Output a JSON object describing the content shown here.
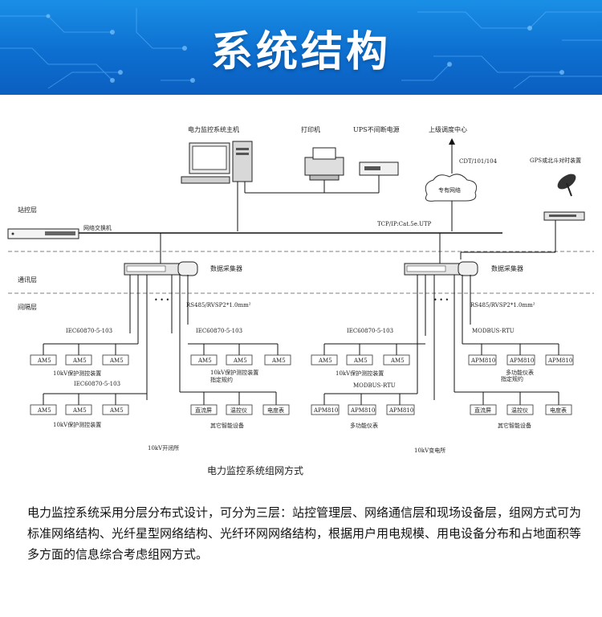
{
  "banner": {
    "title": "系统结构"
  },
  "layers": {
    "station": "站控层",
    "comm": "通讯层",
    "bay": "间隔层"
  },
  "top_devices": {
    "host": "电力监控系统主机",
    "printer": "打印机",
    "ups": "UPS不间断电源",
    "dispatch": "上级调度中心",
    "protocol": "CDT/101/104",
    "network": "专有网络",
    "gps": "GPS或北斗对时装置",
    "switch": "网络交换机",
    "bus": "TCP/IP:Cat.5e.UTP"
  },
  "collectors": {
    "left": "数据采集器",
    "right": "数据采集器"
  },
  "bus_labels": {
    "rs485_left": "RS485/RVSP2*1.0mm²",
    "rs485_right": "RS485/RVSP2*1.0mm²"
  },
  "protocols": {
    "iec_1": "IEC60870-5-103",
    "iec_2": "IEC60870-5-103",
    "iec_3": "IEC60870-5-103",
    "iec_4": "IEC60870-5-103",
    "modbus_1": "MODBUS-RTU",
    "modbus_2": "MODBUS-RTU",
    "spec_1": "指定规约",
    "spec_2": "指定规约"
  },
  "devices": {
    "am5": "AM5",
    "apm810": "APM810",
    "dc_screen": "直流屏",
    "temp_ctrl": "温控仪",
    "meter": "电度表"
  },
  "groups": {
    "prot_a": "10kV保护测控装置",
    "prot_b": "10kV保护测控装置",
    "prot_c": "10kV保护测控装置",
    "prot_d": "10kV保护测控装置",
    "multi_a": "多功能仪表",
    "multi_b": "多功能仪表",
    "smart_a": "其它智能设备",
    "smart_b": "其它智能设备"
  },
  "sites": {
    "left": "10kV开闭所",
    "right": "10kV变电所"
  },
  "caption": "电力监控系统组网方式",
  "description": "电力监控系统采用分层分布式设计，可分为三层：站控管理层、网络通信层和现场设备层，组网方式可为标准网络结构、光纤星型网络结构、光纤环网网络结构，根据用户用电规模、用电设备分布和占地面积等多方面的信息综合考虑组网方式。",
  "colors": {
    "banner": "#0d6fd0",
    "line": "#111111"
  }
}
